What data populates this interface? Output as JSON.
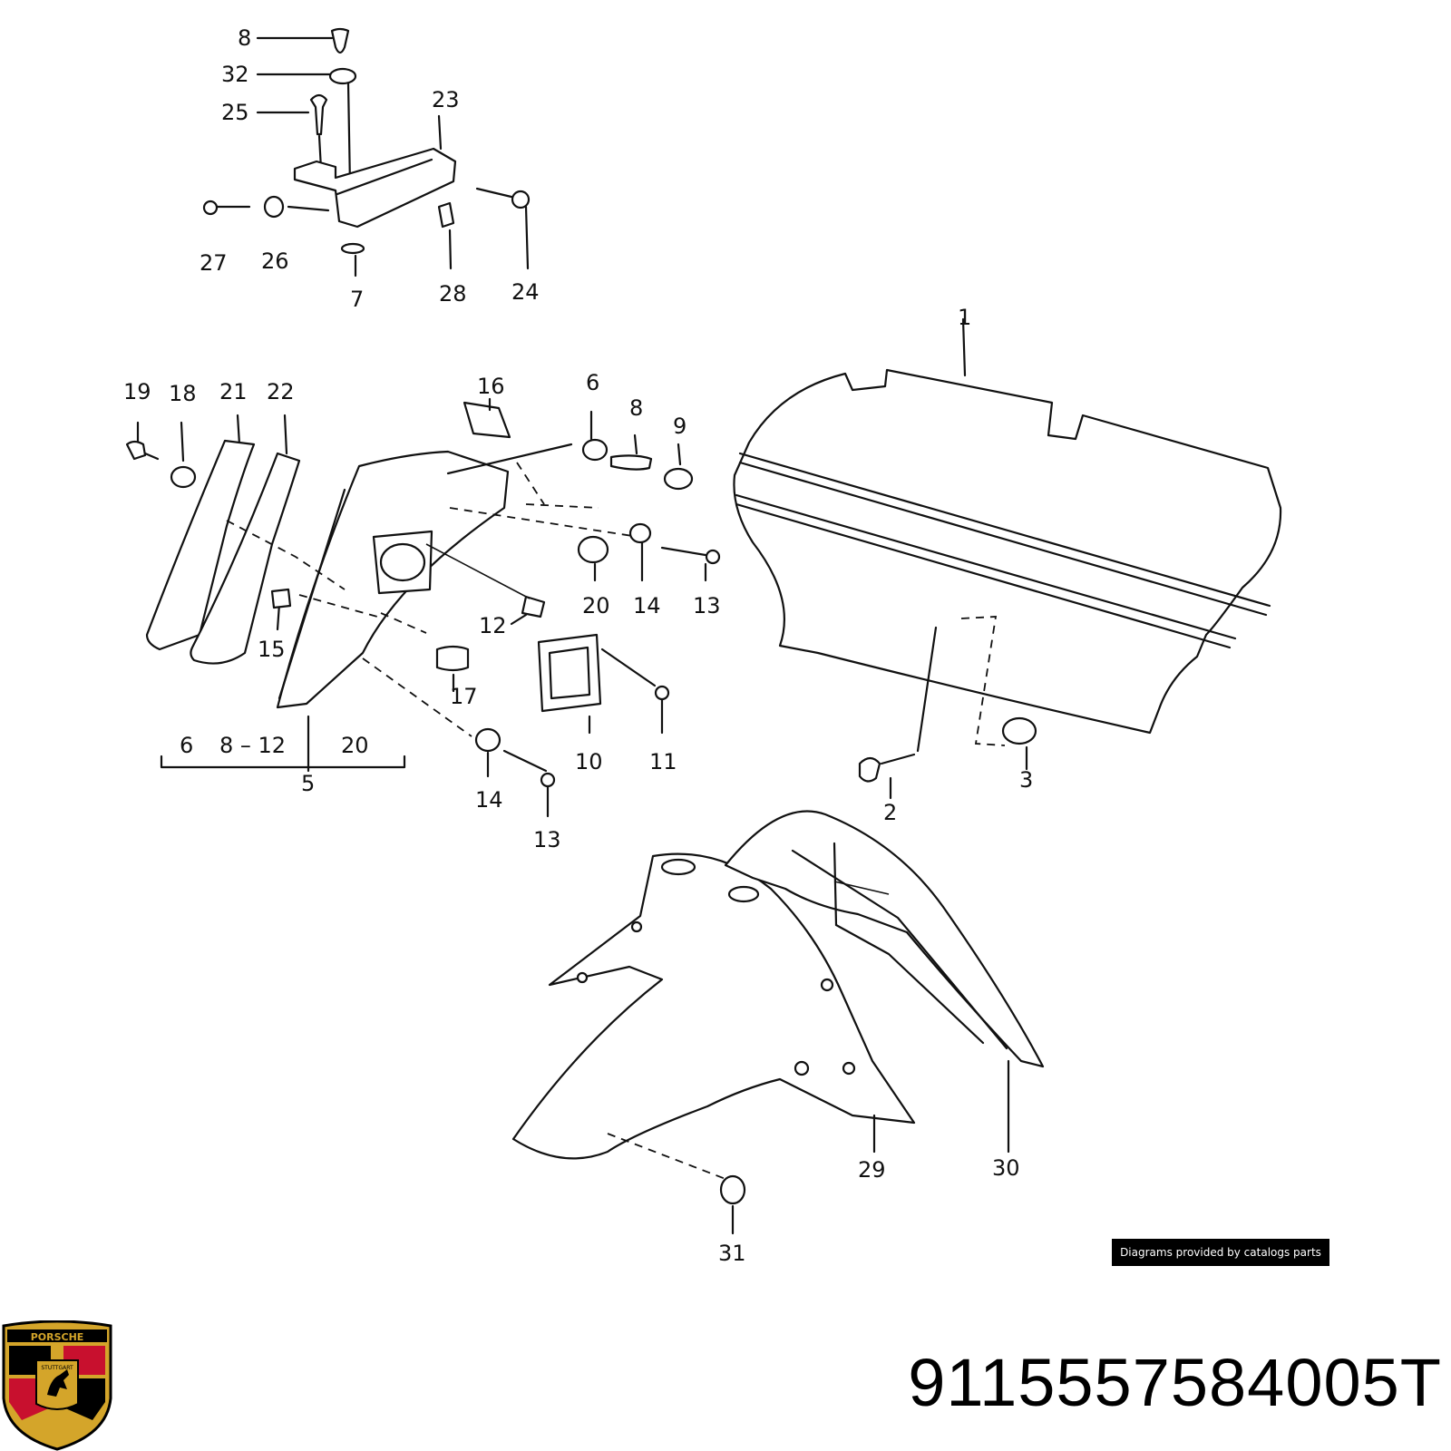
{
  "diagram": {
    "part_labels": [
      "8",
      "32",
      "25",
      "23",
      "27",
      "26",
      "7",
      "28",
      "24",
      "1",
      "19",
      "18",
      "21",
      "22",
      "16",
      "6",
      "8",
      "9",
      "15",
      "12",
      "20",
      "14",
      "13",
      "17",
      "10",
      "11",
      "2",
      "3",
      "6",
      "8 – 12",
      "20",
      "5",
      "14",
      "13",
      "29",
      "30",
      "31"
    ]
  },
  "credit": "Diagrams provided by catalogs parts",
  "part_number": "9115557584005T",
  "brand_logo": {
    "text_top": "PORSCHE",
    "text_shield": "STUTTGART",
    "colors": [
      "#c8102e",
      "#000000",
      "#d4a52a"
    ]
  }
}
